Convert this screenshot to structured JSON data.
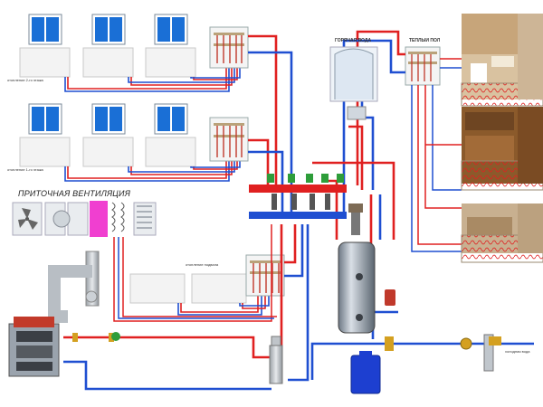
{
  "labels": {
    "floor2_heating": "отопление 2-го этажа",
    "floor1_heating": "отопление 1-го этажа",
    "hot_water": "ГОРЯЧАЯ ВОДА",
    "warm_floor": "ТЕПЛЫЙ ПОЛ",
    "ventilation": "ПРИТОЧНАЯ ВЕНТИЛЯЦИЯ",
    "basement_heating": "отопление подвала",
    "cold_water": "холодная вода"
  },
  "colors": {
    "hot_pipe": "#e02020",
    "cold_pipe": "#1f4fd1",
    "radiator": "#f3f3f3",
    "window": "#1a6fd6",
    "boiler": "#9aa3ad",
    "expansion_tank": "#1d3fd0",
    "ventilation_fan": "#f03fd0"
  },
  "icons": {
    "manifold": "manifold-icon",
    "radiator": "radiator-icon",
    "window": "window-icon",
    "boiler": "gas-boiler-icon",
    "water_heater": "water-heater-icon",
    "fan": "fan-icon",
    "pump": "pump-icon",
    "valve": "valve-icon",
    "shower": "shower-cabin-icon"
  }
}
